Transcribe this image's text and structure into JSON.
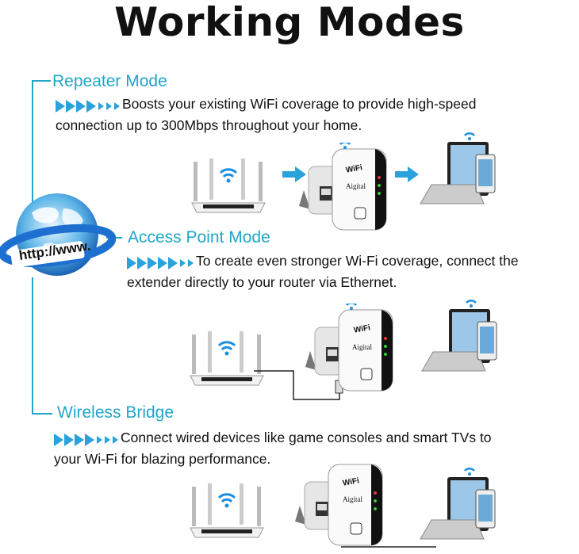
{
  "title": "Working Modes",
  "globe_text": "http://www.",
  "modes": [
    {
      "name": "Repeater Mode",
      "line1": "Boosts your existing WiFi coverage to provide high-speed",
      "line2": "connection up to 300Mbps throughout your home."
    },
    {
      "name": "Access Point Mode",
      "line1": "To create even stronger Wi-Fi coverage, connect the",
      "line2": "extender directly to your router via Ethernet."
    },
    {
      "name": "Wireless Bridge",
      "line1": "Connect wired devices like game consoles and smart TVs to",
      "line2": "your Wi-Fi for blazing performance."
    }
  ],
  "device_labels": {
    "wifi": "WiFi",
    "brand": "Aigital"
  },
  "colors": {
    "accent": "#1fa6c8",
    "arrow": "#2aa3dc"
  }
}
